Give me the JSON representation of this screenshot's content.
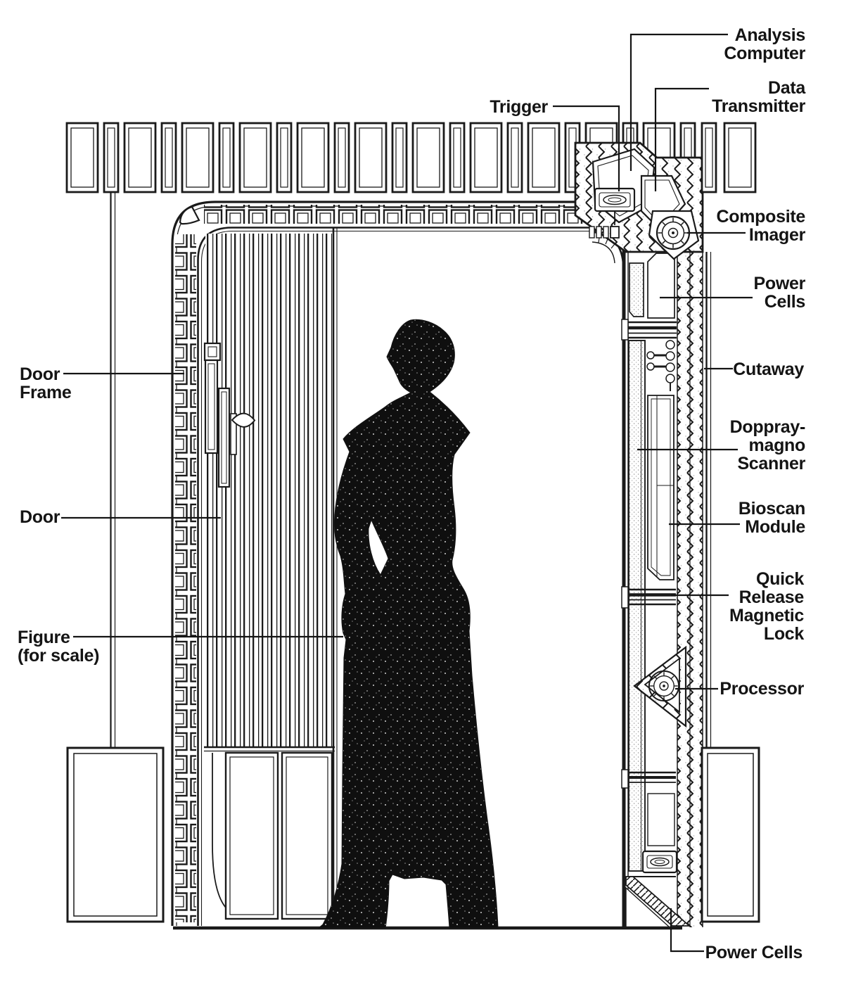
{
  "diagram": {
    "subject": "security-door-scanner-cutaway",
    "colors": {
      "ink": "#1a1a1a",
      "paper": "#ffffff"
    }
  },
  "labels": {
    "analysis_computer": {
      "lines": [
        "Analysis",
        "Computer"
      ]
    },
    "data_transmitter": {
      "lines": [
        "Data",
        "Transmitter"
      ]
    },
    "trigger": {
      "lines": [
        "Trigger"
      ]
    },
    "composite_imager": {
      "lines": [
        "Composite",
        "Imager"
      ]
    },
    "power_cells_top": {
      "lines": [
        "Power",
        "Cells"
      ]
    },
    "cutaway": {
      "lines": [
        "Cutaway"
      ]
    },
    "doppraymagno_scanner": {
      "lines": [
        "Doppray-",
        "magno",
        "Scanner"
      ]
    },
    "bioscan_module": {
      "lines": [
        "Bioscan",
        "Module"
      ]
    },
    "quick_release_magnetic_lock": {
      "lines": [
        "Quick",
        "Release",
        "Magnetic",
        "Lock"
      ]
    },
    "processor": {
      "lines": [
        "Processor"
      ]
    },
    "power_cells_bottom": {
      "lines": [
        "Power Cells"
      ]
    },
    "door_frame": {
      "lines": [
        "Door",
        "Frame"
      ]
    },
    "door": {
      "lines": [
        "Door"
      ]
    },
    "figure_for_scale": {
      "lines": [
        "Figure",
        "(for scale)"
      ]
    }
  }
}
